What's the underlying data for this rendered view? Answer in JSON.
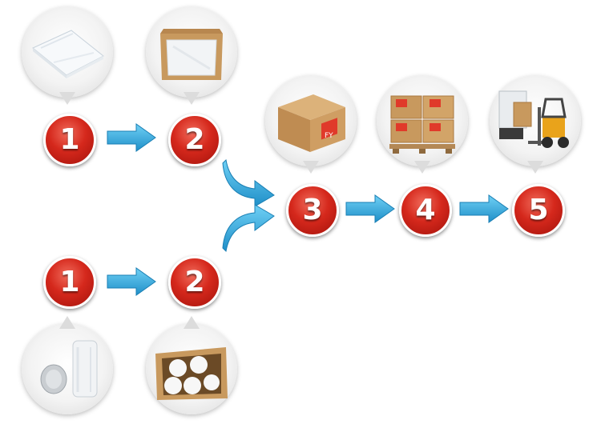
{
  "steps": {
    "top_1": "1",
    "top_2": "2",
    "merge_3": "3",
    "step_4": "4",
    "step_5": "5",
    "bottom_1": "1",
    "bottom_2": "2"
  },
  "labels": {
    "box_brand": "FY"
  },
  "colors": {
    "badge_red": "#d5281c",
    "arrow_blue": "#2b9fd6",
    "forklift_yellow": "#e9a31b",
    "cardboard": "#c8995e"
  }
}
